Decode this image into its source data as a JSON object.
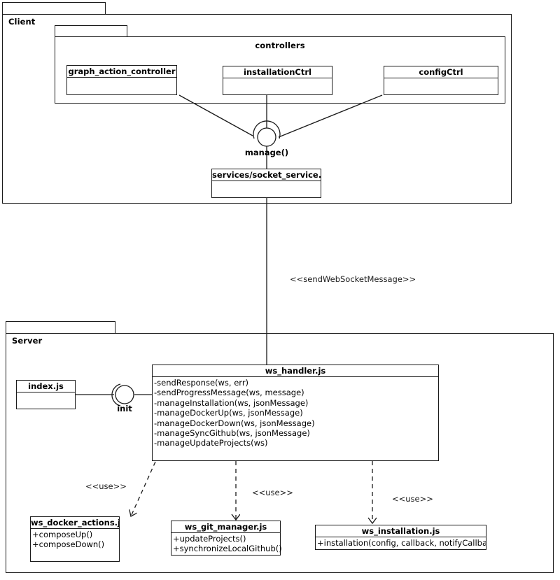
{
  "diagram": {
    "type": "uml-component-diagram",
    "title": "Client / Server WebSocket component diagram"
  },
  "packages": [
    {
      "id": "client",
      "name": "Client"
    },
    {
      "id": "controllers",
      "name": "controllers"
    },
    {
      "id": "server",
      "name": "Server"
    }
  ],
  "components": {
    "graph_action_controller": {
      "title": "graph_action_controller",
      "members": []
    },
    "installationCtrl": {
      "title": "installationCtrl",
      "members": []
    },
    "configCtrl": {
      "title": "configCtrl",
      "members": []
    },
    "socket_service": {
      "title": "services/socket_service.j",
      "members": []
    },
    "index_js": {
      "title": "index.js",
      "members": []
    },
    "ws_handler": {
      "title": "ws_handler.js",
      "members": [
        "-sendResponse(ws, err)",
        "-sendProgressMessage(ws, message)",
        "-manageInstallation(ws, jsonMessage)",
        "-manageDockerUp(ws, jsonMessage)",
        "-manageDockerDown(ws, jsonMessage)",
        "-manageSyncGithub(ws, jsonMessage)",
        "-manageUpdateProjects(ws)"
      ]
    },
    "ws_docker_actions": {
      "title": "ws_docker_actions.j",
      "members": [
        "+composeUp()",
        "+composeDown()"
      ]
    },
    "ws_git_manager": {
      "title": "ws_git_manager.js",
      "members": [
        "+updateProjects()",
        "+synchronizeLocalGithub()"
      ]
    },
    "ws_installation": {
      "title": "ws_installation.js",
      "members": [
        "+installation(config, callback, notifyCallback"
      ]
    }
  },
  "interfaces": [
    {
      "id": "manage",
      "label": "manage()"
    },
    {
      "id": "init",
      "label": "init"
    }
  ],
  "stereotypes": [
    {
      "id": "sendWebSocketMessage",
      "label": "<<sendWebSocketMessage>>"
    },
    {
      "id": "use-docker",
      "label": "<<use>>"
    },
    {
      "id": "use-git",
      "label": "<<use>>"
    },
    {
      "id": "use-installation",
      "label": "<<use>>"
    }
  ],
  "colors": {
    "stroke": "#1a1a1a",
    "background": "#ffffff",
    "text": "#000000"
  }
}
